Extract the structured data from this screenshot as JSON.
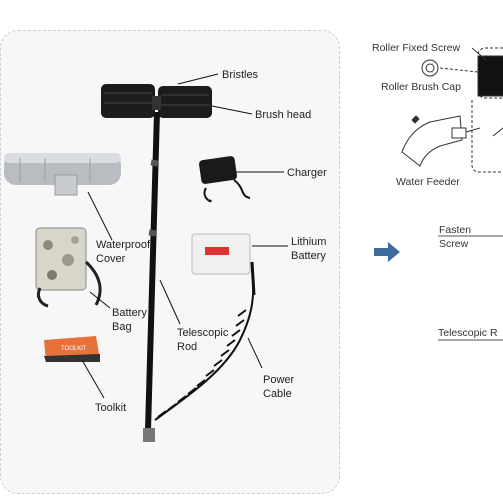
{
  "labels": {
    "bristles": "Bristles",
    "brush_head": "Brush head",
    "charger": "Charger",
    "waterproof_cover": "Waterproof\nCover",
    "lithium_battery": "Lithium\nBattery",
    "battery_bag": "Battery\nBag",
    "telescopic_rod": "Telescopic\nRod",
    "toolkit": "Toolkit",
    "toolkit_pouch_text": "TOOLKIT",
    "power_cable": "Power\nCable"
  },
  "right_labels": {
    "roller_fixed_screw": "Roller Fixed Screw",
    "roller_brush_cap": "Roller Brush Cap",
    "water_feeder": "Water Feeder",
    "fasten_screw": "Fasten Screw",
    "telescopic_r": "Telescopic R"
  },
  "icons": [
    "arrow-right-icon"
  ],
  "colors": {
    "arrow": "#3f6b9c",
    "panel_border": "#cfcfcf",
    "toolkit_orange": "#e8713a"
  }
}
